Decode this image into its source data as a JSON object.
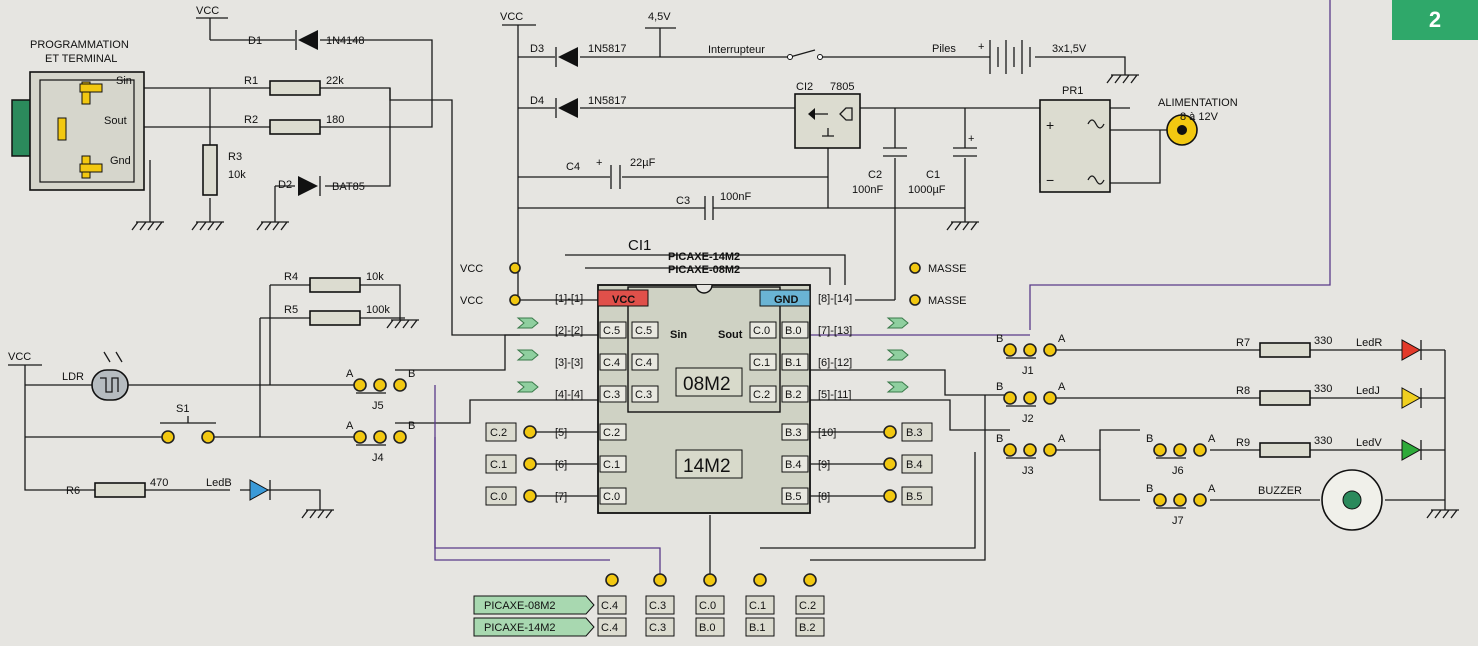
{
  "figure_number": "2",
  "labels": {
    "vcc": "VCC",
    "v45": "4,5V",
    "prog_title_1": "PROGRAMMATION",
    "prog_title_2": "ET TERMINAL",
    "sin": "Sin",
    "sout": "Sout",
    "gnd": "Gnd",
    "d1": "D1",
    "d1_val": "1N4148",
    "r1": "R1",
    "r1_val": "22k",
    "r2": "R2",
    "r2_val": "180",
    "r3": "R3",
    "r3_val": "10k",
    "d2": "D2",
    "d2_val": "BAT85",
    "d3": "D3",
    "d3_val": "1N5817",
    "d4": "D4",
    "d4_val": "1N5817",
    "interrupteur": "Interrupteur",
    "piles": "Piles",
    "piles_val": "3x1,5V",
    "ci2": "CI2",
    "ci2_val": "7805",
    "pr1": "PR1",
    "alim": "ALIMENTATION",
    "alim_val": "8 à 12V",
    "c4": "C4",
    "c4_val": "22µF",
    "c3": "C3",
    "c3_val": "100nF",
    "c2": "C2",
    "c2_val": "100nF",
    "c1": "C1",
    "c1_val": "1000µF",
    "ci1": "CI1",
    "chip_a": "PICAXE-14M2",
    "chip_b": "PICAXE-08M2",
    "masse": "MASSE",
    "r4": "R4",
    "r4_val": "10k",
    "r5": "R5",
    "r5_val": "100k",
    "ldr": "LDR",
    "s1": "S1",
    "r6": "R6",
    "r6_val": "470",
    "ledb": "LedB",
    "r7": "R7",
    "r8": "R8",
    "r9": "R9",
    "r789_val": "330",
    "ledr": "LedR",
    "ledj": "LedJ",
    "ledv": "LedV",
    "buzzer": "BUZZER",
    "j1": "J1",
    "j2": "J2",
    "j3": "J3",
    "j4": "J4",
    "j5": "J5",
    "j6": "J6",
    "j7": "J7",
    "a": "A",
    "b": "B",
    "ic_vcc": "VCC",
    "ic_gnd": "GND",
    "ic_sin": "Sin",
    "ic_sout": "Sout",
    "ic_08m2": "08M2",
    "ic_14m2": "14M2"
  },
  "ic_left_pins": [
    {
      "num": "[1]-[1]",
      "outer": "",
      "inner": ""
    },
    {
      "num": "[2]-[2]",
      "outer": "C.5",
      "inner": "C.5"
    },
    {
      "num": "[3]-[3]",
      "outer": "C.4",
      "inner": "C.4"
    },
    {
      "num": "[4]-[4]",
      "outer": "C.3",
      "inner": "C.3"
    },
    {
      "num": "[5]",
      "outer": "C.2",
      "inner": ""
    },
    {
      "num": "[6]",
      "outer": "C.1",
      "inner": ""
    },
    {
      "num": "[7]",
      "outer": "C.0",
      "inner": ""
    }
  ],
  "ic_right_pins": [
    {
      "num": "[8]-[14]",
      "outer": "",
      "inner": ""
    },
    {
      "num": "[7]-[13]",
      "outer": "B.0",
      "inner": "C.0"
    },
    {
      "num": "[6]-[12]",
      "outer": "B.1",
      "inner": "C.1"
    },
    {
      "num": "[5]-[11]",
      "outer": "B.2",
      "inner": "C.2"
    },
    {
      "num": "[10]",
      "outer": "B.3",
      "inner": ""
    },
    {
      "num": "[9]",
      "outer": "B.4",
      "inner": ""
    },
    {
      "num": "[8]",
      "outer": "B.5",
      "inner": ""
    }
  ],
  "left_io_boxes": [
    "C.2",
    "C.1",
    "C.0"
  ],
  "right_io_boxes": [
    "B.3",
    "B.4",
    "B.5"
  ],
  "bottom_table": {
    "row1_label": "PICAXE-08M2",
    "row1": [
      "C.4",
      "C.3",
      "C.0",
      "C.1",
      "C.2"
    ],
    "row2_label": "PICAXE-14M2",
    "row2": [
      "C.4",
      "C.3",
      "B.0",
      "B.1",
      "B.2"
    ]
  },
  "colors": {
    "background": "#e6e5e1",
    "pin_yellow": "#f2c811",
    "vcc_red": "#e0504a",
    "gnd_blue": "#6ab4d4",
    "badge_green": "#2fa86a",
    "led_red": "#e23a2a",
    "led_yellow": "#f0d020",
    "led_green": "#2eaa3a",
    "led_blue": "#3a9ad8"
  }
}
